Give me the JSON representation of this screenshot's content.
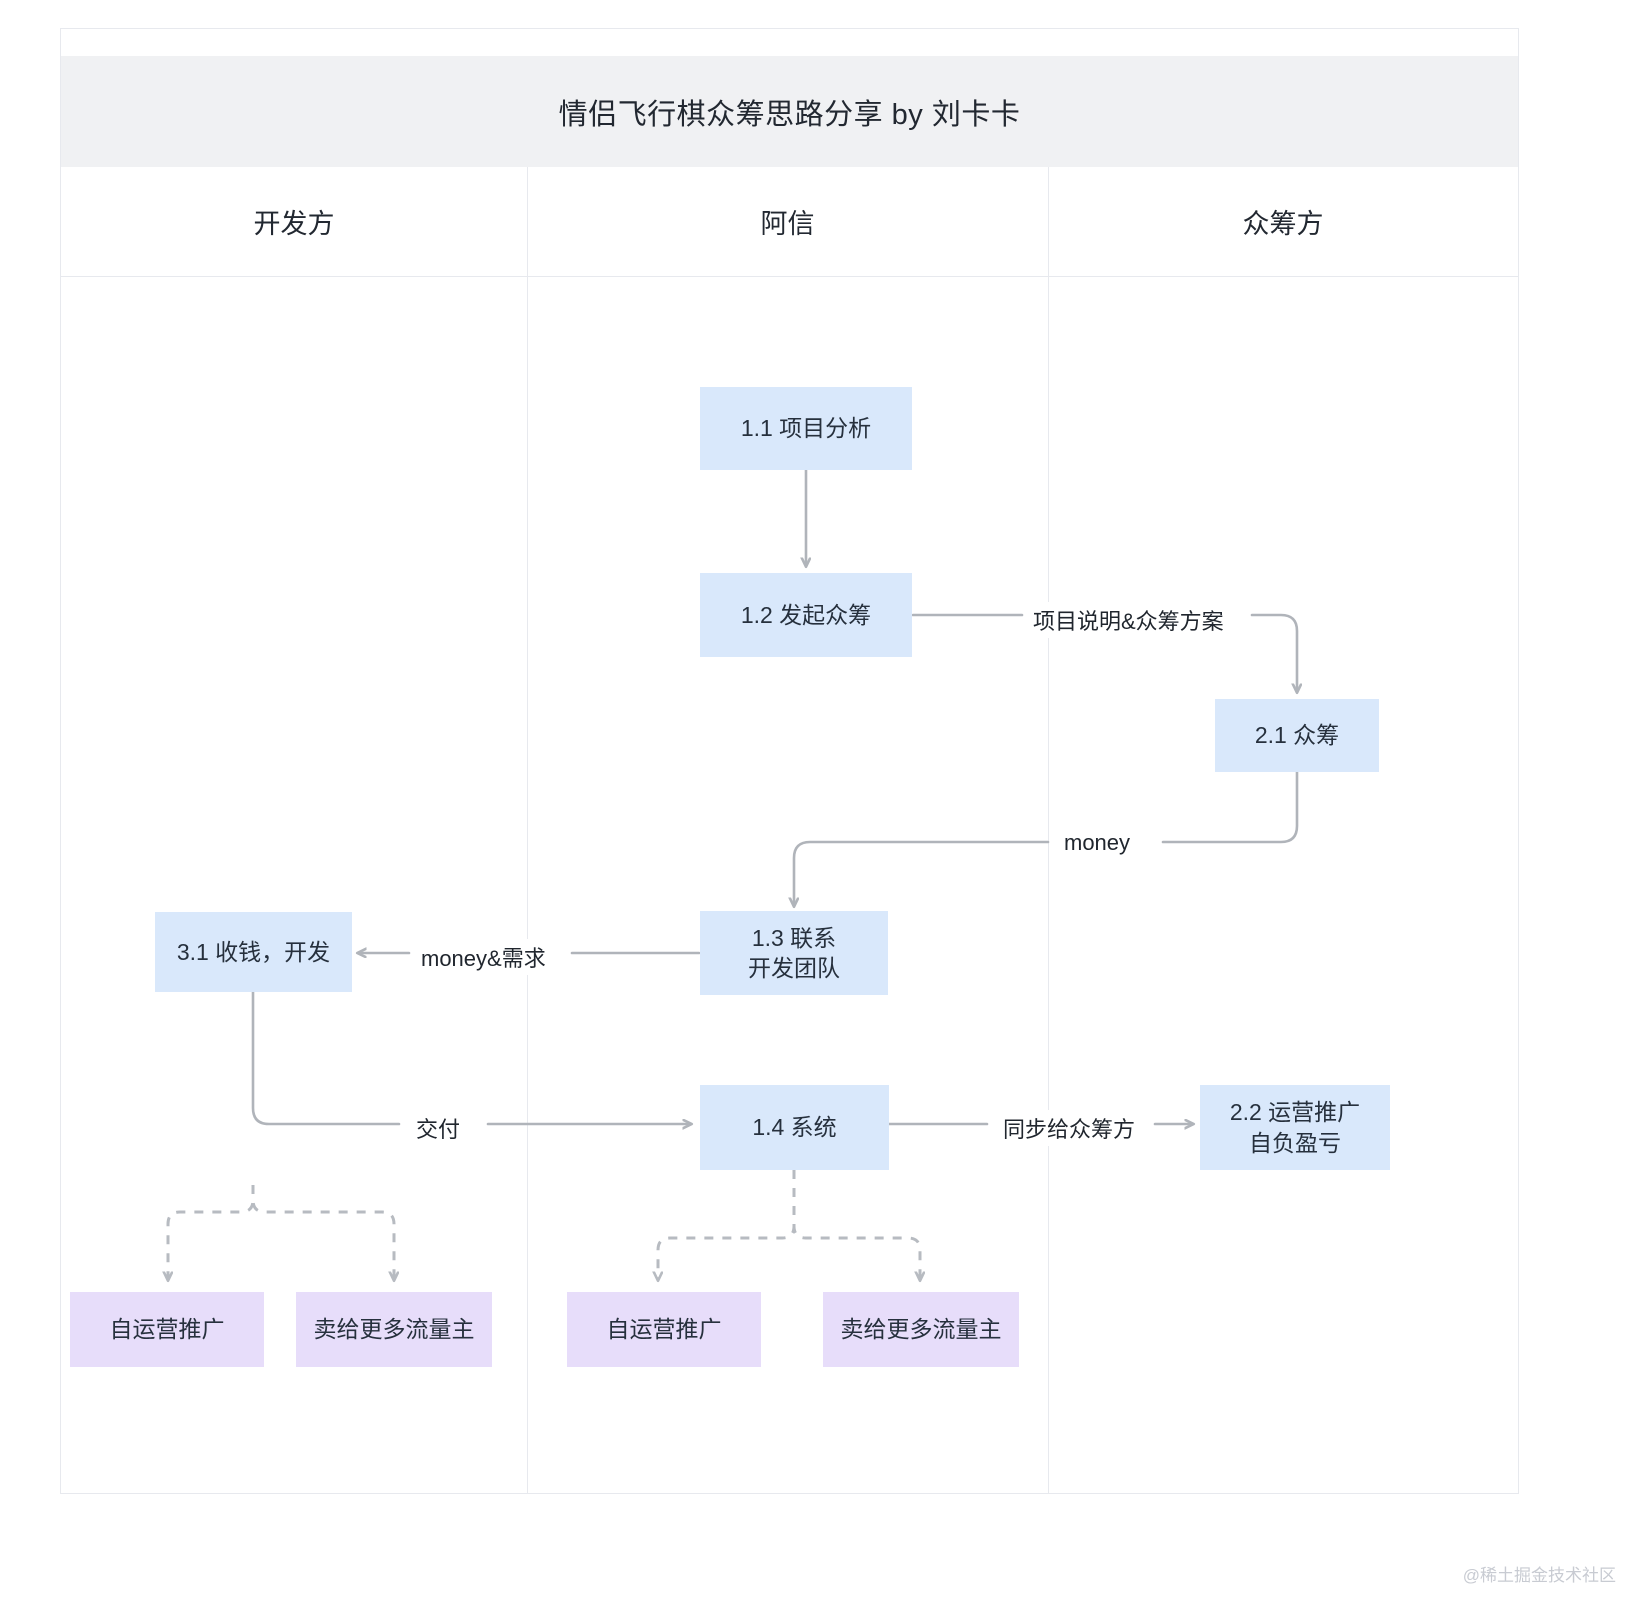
{
  "header": {
    "title": "情侣飞行棋众筹思路分享 by 刘卡卡"
  },
  "lanes": [
    {
      "id": "developer",
      "label": "开发方"
    },
    {
      "id": "axin",
      "label": "阿信"
    },
    {
      "id": "crowdfunder",
      "label": "众筹方"
    }
  ],
  "watermark": "@稀土掘金技术社区",
  "chart_data": {
    "type": "diagram",
    "title": "情侣飞行棋众筹思路分享 by 刘卡卡",
    "diagram_kind": "swimlane-flowchart",
    "lanes": [
      "开发方",
      "阿信",
      "众筹方"
    ],
    "nodes": [
      {
        "id": "n11",
        "label": "1.1 项目分析",
        "lane": "阿信",
        "style": "blue"
      },
      {
        "id": "n12",
        "label": "1.2 发起众筹",
        "lane": "阿信",
        "style": "blue"
      },
      {
        "id": "n21",
        "label": "2.1 众筹",
        "lane": "众筹方",
        "style": "blue"
      },
      {
        "id": "n13",
        "label": "1.3 联系\n开发团队",
        "lane": "阿信",
        "style": "blue"
      },
      {
        "id": "n31",
        "label": "3.1 收钱，开发",
        "lane": "开发方",
        "style": "blue"
      },
      {
        "id": "n14",
        "label": "1.4 系统",
        "lane": "阿信",
        "style": "blue"
      },
      {
        "id": "n22",
        "label": "2.2 运营推广\n自负盈亏",
        "lane": "众筹方",
        "style": "blue"
      },
      {
        "id": "p1",
        "label": "自运营推广",
        "lane": "开发方",
        "style": "purple"
      },
      {
        "id": "p2",
        "label": "卖给更多流量主",
        "lane": "开发方",
        "style": "purple"
      },
      {
        "id": "p3",
        "label": "自运营推广",
        "lane": "阿信",
        "style": "purple"
      },
      {
        "id": "p4",
        "label": "卖给更多流量主",
        "lane": "阿信",
        "style": "purple"
      }
    ],
    "edges": [
      {
        "from": "n11",
        "to": "n12",
        "label": "",
        "line": "solid"
      },
      {
        "from": "n12",
        "to": "n21",
        "label": "项目说明&众筹方案",
        "line": "solid"
      },
      {
        "from": "n21",
        "to": "n13",
        "label": "money",
        "line": "solid"
      },
      {
        "from": "n13",
        "to": "n31",
        "label": "money&需求",
        "line": "solid"
      },
      {
        "from": "n31",
        "to": "n14",
        "label": "交付",
        "line": "solid"
      },
      {
        "from": "n14",
        "to": "n22",
        "label": "同步给众筹方",
        "line": "solid"
      },
      {
        "from": "n31",
        "to": "p1",
        "label": "",
        "line": "dashed"
      },
      {
        "from": "n31",
        "to": "p2",
        "label": "",
        "line": "dashed"
      },
      {
        "from": "n14",
        "to": "p3",
        "label": "",
        "line": "dashed"
      },
      {
        "from": "n14",
        "to": "p4",
        "label": "",
        "line": "dashed"
      }
    ],
    "colors": {
      "node_blue": "#d9e8fb",
      "node_purple": "#e7ddfa",
      "edge": "#b0b4ba",
      "title_bg": "#f0f1f3",
      "frame_border": "#e7e9ee",
      "text": "#26303d"
    }
  },
  "nodes": {
    "n11": {
      "label": "1.1 项目分析"
    },
    "n12": {
      "label": "1.2 发起众筹"
    },
    "n21": {
      "label": "2.1 众筹"
    },
    "n13_line1": {
      "label": "1.3 联系"
    },
    "n13_line2": {
      "label": "开发团队"
    },
    "n31": {
      "label": "3.1 收钱，开发"
    },
    "n14": {
      "label": "1.4 系统"
    },
    "n22_line1": {
      "label": "2.2 运营推广"
    },
    "n22_line2": {
      "label": "自负盈亏"
    },
    "p1": {
      "label": "自运营推广"
    },
    "p2": {
      "label": "卖给更多流量主"
    },
    "p3": {
      "label": "自运营推广"
    },
    "p4": {
      "label": "卖给更多流量主"
    }
  },
  "edge_labels": {
    "e_plan": "项目说明&众筹方案",
    "e_money": "money",
    "e_money_req": "money&需求",
    "e_deliver": "交付",
    "e_sync": "同步给众筹方"
  }
}
